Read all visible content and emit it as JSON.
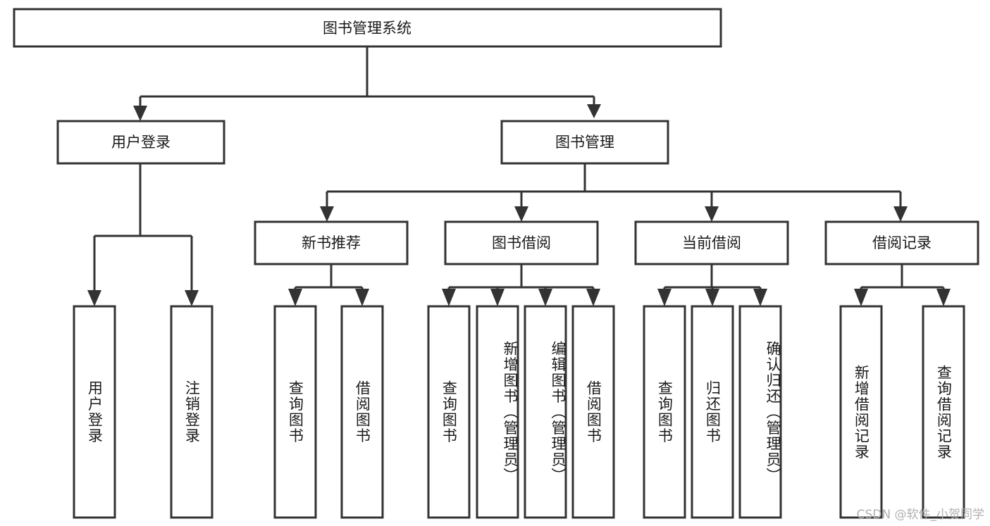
{
  "diagram": {
    "title": "图书管理系统",
    "type": "tree-hierarchy-diagram",
    "colors": {
      "stroke": "#333333",
      "fill": "#ffffff",
      "text": "#1a1a1a",
      "watermark": "#b0b0b0"
    },
    "root": {
      "label": "图书管理系统"
    },
    "level2": [
      {
        "label": "用户登录"
      },
      {
        "label": "图书管理"
      }
    ],
    "level3": [
      {
        "label": "新书推荐"
      },
      {
        "label": "图书借阅"
      },
      {
        "label": "当前借阅"
      },
      {
        "label": "借阅记录"
      }
    ],
    "leaves_user_login": [
      {
        "label": "用户登录"
      },
      {
        "label": "注销登录"
      }
    ],
    "leaves_new_book": [
      {
        "label": "查询图书"
      },
      {
        "label": "借阅图书"
      }
    ],
    "leaves_borrow": [
      {
        "label": "查询图书"
      },
      {
        "label": "新增图书（管理员）"
      },
      {
        "label": "编辑图书（管理员）"
      },
      {
        "label": "借阅图书"
      }
    ],
    "leaves_current": [
      {
        "label": "查询图书"
      },
      {
        "label": "归还图书"
      },
      {
        "label": "确认归还（管理员）"
      }
    ],
    "leaves_records": [
      {
        "label": "新增借阅记录"
      },
      {
        "label": "查询借阅记录"
      }
    ]
  },
  "watermark": {
    "text": "CSDN @软件_小贺同学"
  }
}
